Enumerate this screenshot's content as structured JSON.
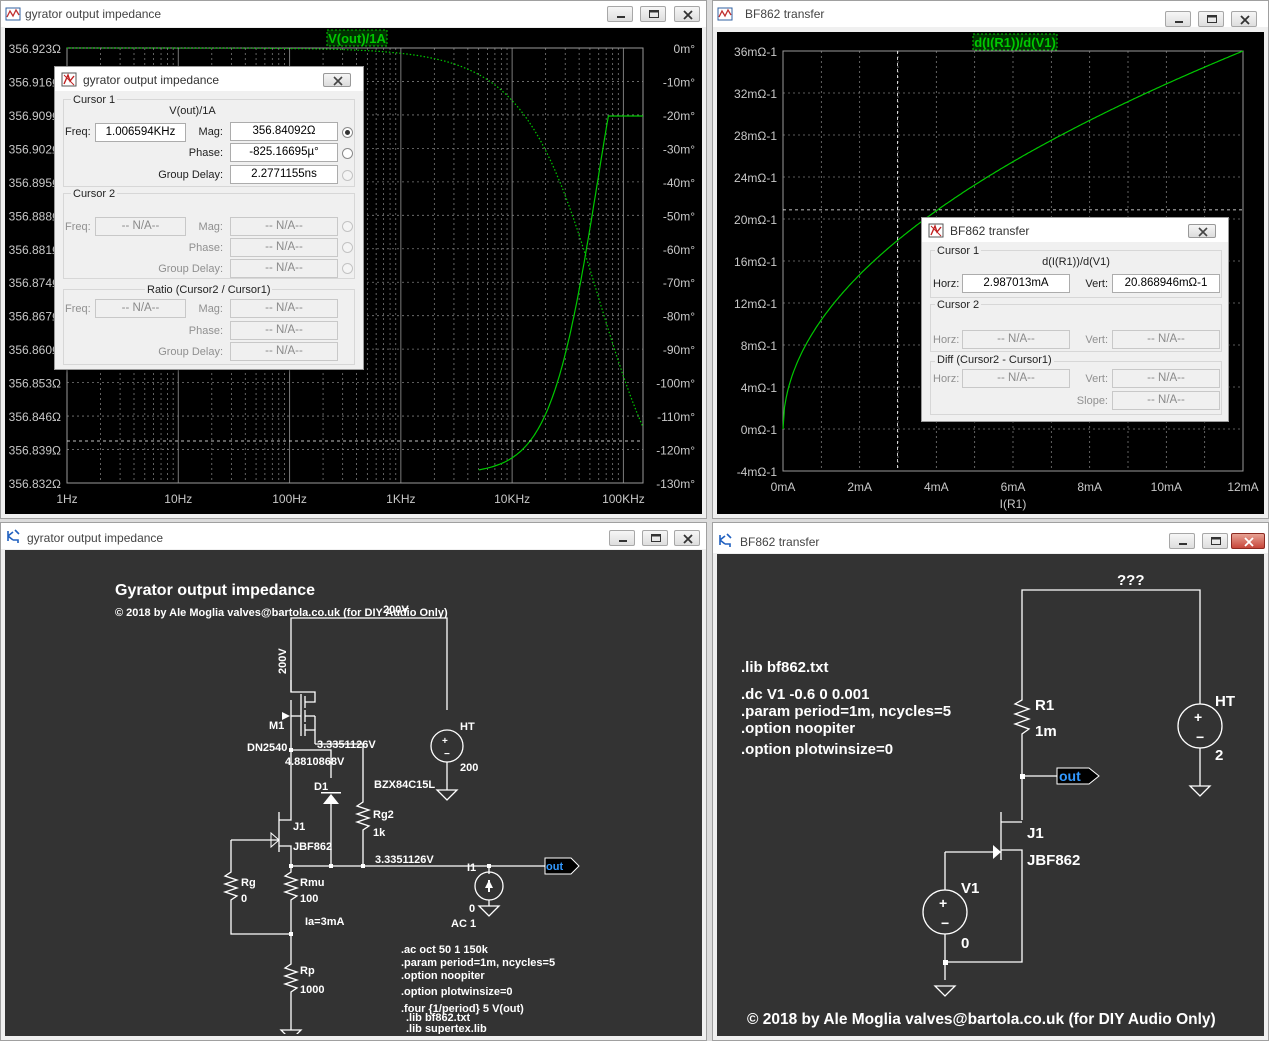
{
  "windows": {
    "tl": {
      "title": "gyrator output impedance"
    },
    "tr": {
      "title": "BF862 transfer"
    },
    "bl": {
      "title": "gyrator output impedance"
    },
    "br": {
      "title": "BF862 transfer"
    }
  },
  "plot1": {
    "trace_label": "V(out)/1A",
    "y_left_ticks": [
      "356.923Ω",
      "356.916Ω",
      "356.909Ω",
      "356.902Ω",
      "356.895Ω",
      "356.888Ω",
      "356.881Ω",
      "356.874Ω",
      "356.867Ω",
      "356.860Ω",
      "356.853Ω",
      "356.846Ω",
      "356.839Ω",
      "356.832Ω"
    ],
    "y_right_ticks": [
      "0m°",
      "-10m°",
      "-20m°",
      "-30m°",
      "-40m°",
      "-50m°",
      "-60m°",
      "-70m°",
      "-80m°",
      "-90m°",
      "-100m°",
      "-110m°",
      "-120m°",
      "-130m°"
    ],
    "x_ticks": [
      "1Hz",
      "10Hz",
      "100Hz",
      "1KHz",
      "10KHz",
      "100KHz"
    ],
    "colors": {
      "trace": "#00c800",
      "grid": "#7a7a7a",
      "background": "#000000",
      "axis_text": "#c8c8c8"
    }
  },
  "cursor_dialog1": {
    "title": "gyrator output impedance",
    "cursor1_label": "Cursor 1",
    "cursor1_expr": "V(out)/1A",
    "freq_label": "Freq:",
    "freq_value": "1.006594KHz",
    "mag_label": "Mag:",
    "mag_value": "356.84092Ω",
    "phase_label": "Phase:",
    "phase_value": "-825.16695µ°",
    "gd_label": "Group Delay:",
    "gd_value": "2.2771155ns",
    "cursor2_label": "Cursor 2",
    "na": "-- N/A--",
    "ratio_label": "Ratio (Cursor2 / Cursor1)"
  },
  "plot2": {
    "trace_label": "d(I(R1))/d(V1)",
    "y_ticks": [
      "36mΩ-1",
      "32mΩ-1",
      "28mΩ-1",
      "24mΩ-1",
      "20mΩ-1",
      "16mΩ-1",
      "12mΩ-1",
      "8mΩ-1",
      "4mΩ-1",
      "0mΩ-1",
      "-4mΩ-1"
    ],
    "x_ticks": [
      "0mA",
      "2mA",
      "4mA",
      "6mA",
      "8mA",
      "10mA",
      "12mA"
    ],
    "x_label": "I(R1)",
    "colors": {
      "trace": "#00c800",
      "grid": "#7a7a7a",
      "background": "#000000"
    }
  },
  "cursor_dialog2": {
    "title": "BF862 transfer",
    "cursor1_label": "Cursor 1",
    "cursor1_expr": "d(I(R1))/d(V1)",
    "horz_label": "Horz:",
    "horz_value": "2.987013mA",
    "vert_label": "Vert:",
    "vert_value": "20.868946mΩ-1",
    "cursor2_label": "Cursor 2",
    "na": "-- N/A--",
    "diff_label": "Diff (Cursor2 - Cursor1)",
    "slope_label": "Slope:"
  },
  "schematic1": {
    "title": "Gyrator output impedance",
    "copyright": "© 2018 by Ale Moglia valves@bartola.co.uk (for DIY Audio Only)",
    "v200": "200V",
    "rail200v": "200V",
    "m1": "M1",
    "dn2540": "DN2540",
    "node_3335_a": "3.3351126V",
    "node_4881": "4.8810868V",
    "ht": "HT",
    "ht_value": "200",
    "d1": "D1",
    "bzx": "BZX84C15L",
    "rg2": "Rg2",
    "rg2_value": "1k",
    "j1": "J1",
    "jbf862": "JBF862",
    "node_3335_b": "3.3351126V",
    "i1": "I1",
    "out": "out",
    "rg": "Rg",
    "rg_value": "0",
    "rmu": "Rmu",
    "rmu_value": "100",
    "i1_dc": "0",
    "ac1": "AC 1",
    "ia": "Ia=3mA",
    "rp": "Rp",
    "rp_value": "1000",
    "directives": [
      ".ac oct 50 1 150k",
      ".param period=1m, ncycles=5",
      ".option noopiter",
      ".option plotwinsize=0",
      ".four {1/period} 5 V(out)",
      ".lib supertex.lib",
      ".lib bf862.txt"
    ]
  },
  "schematic2": {
    "directives": [
      ".lib bf862.txt",
      ".dc V1 -0.6 0 0.001",
      ".param period=1m, ncycles=5",
      ".option noopiter",
      ".option plotwinsize=0"
    ],
    "qqq": "???",
    "r1": "R1",
    "r1_value": "1m",
    "ht": "HT",
    "ht_value": "2",
    "out": "out",
    "j1": "J1",
    "jbf862": "JBF862",
    "v1": "V1",
    "v1_value": "0",
    "copyright": "© 2018 by Ale Moglia valves@bartola.co.uk (for DIY Audio Only)"
  }
}
